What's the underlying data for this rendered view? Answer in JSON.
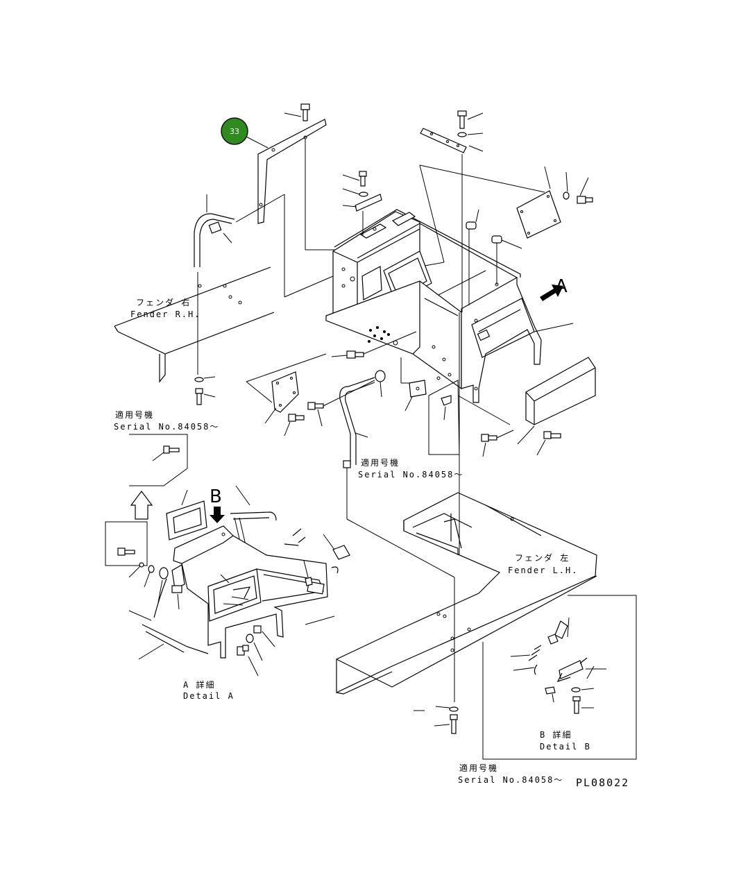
{
  "callout": {
    "number": "33",
    "color": "#2e8b1e"
  },
  "labels": {
    "fender_rh_jp": "フェンダ 右",
    "fender_rh_en": "Fender R.H.",
    "fender_lh_jp": "フェンダ 左",
    "fender_lh_en": "Fender L.H.",
    "serial_jp_1": "適用号機",
    "serial_en_1": "Serial No.84058～",
    "serial_jp_2": "適用号機",
    "serial_en_2": "Serial No.84058～",
    "serial_jp_3": "適用号機",
    "serial_en_3": "Serial No.84058～",
    "detail_a_jp": "A 詳細",
    "detail_a_en": "Detail A",
    "detail_b_jp": "B 詳細",
    "detail_b_en": "Detail B",
    "view_a": "A",
    "view_b": "B",
    "drawing_code": "PL08022"
  }
}
